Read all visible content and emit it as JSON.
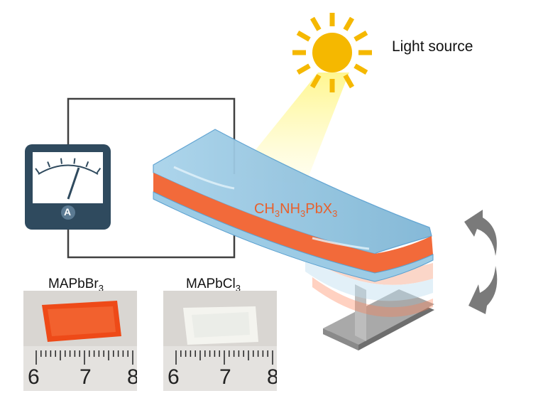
{
  "light_source": {
    "label": "Light source"
  },
  "formula": {
    "ch": "CH",
    "s1": "3",
    "nh": "NH",
    "s2": "3",
    "pbx": "PbX",
    "s3": "3"
  },
  "ammeter": {
    "symbol": "A"
  },
  "samples": [
    {
      "name": "MAPbBr",
      "sub": "3",
      "ruler": [
        "6",
        "7",
        "8"
      ]
    },
    {
      "name": "MAPbCl",
      "sub": "3",
      "ruler": [
        "6",
        "7",
        "8"
      ]
    }
  ],
  "colors": {
    "perovskite": "#f26a3a",
    "substrate": "#8fc3df",
    "meter_frame": "#2f4a5e",
    "sun": "#f5b800",
    "arrow": "#7a7a7a",
    "wire": "#404040"
  },
  "icons": [
    "sun-icon",
    "ammeter-icon",
    "rotate-arrows-icon"
  ]
}
